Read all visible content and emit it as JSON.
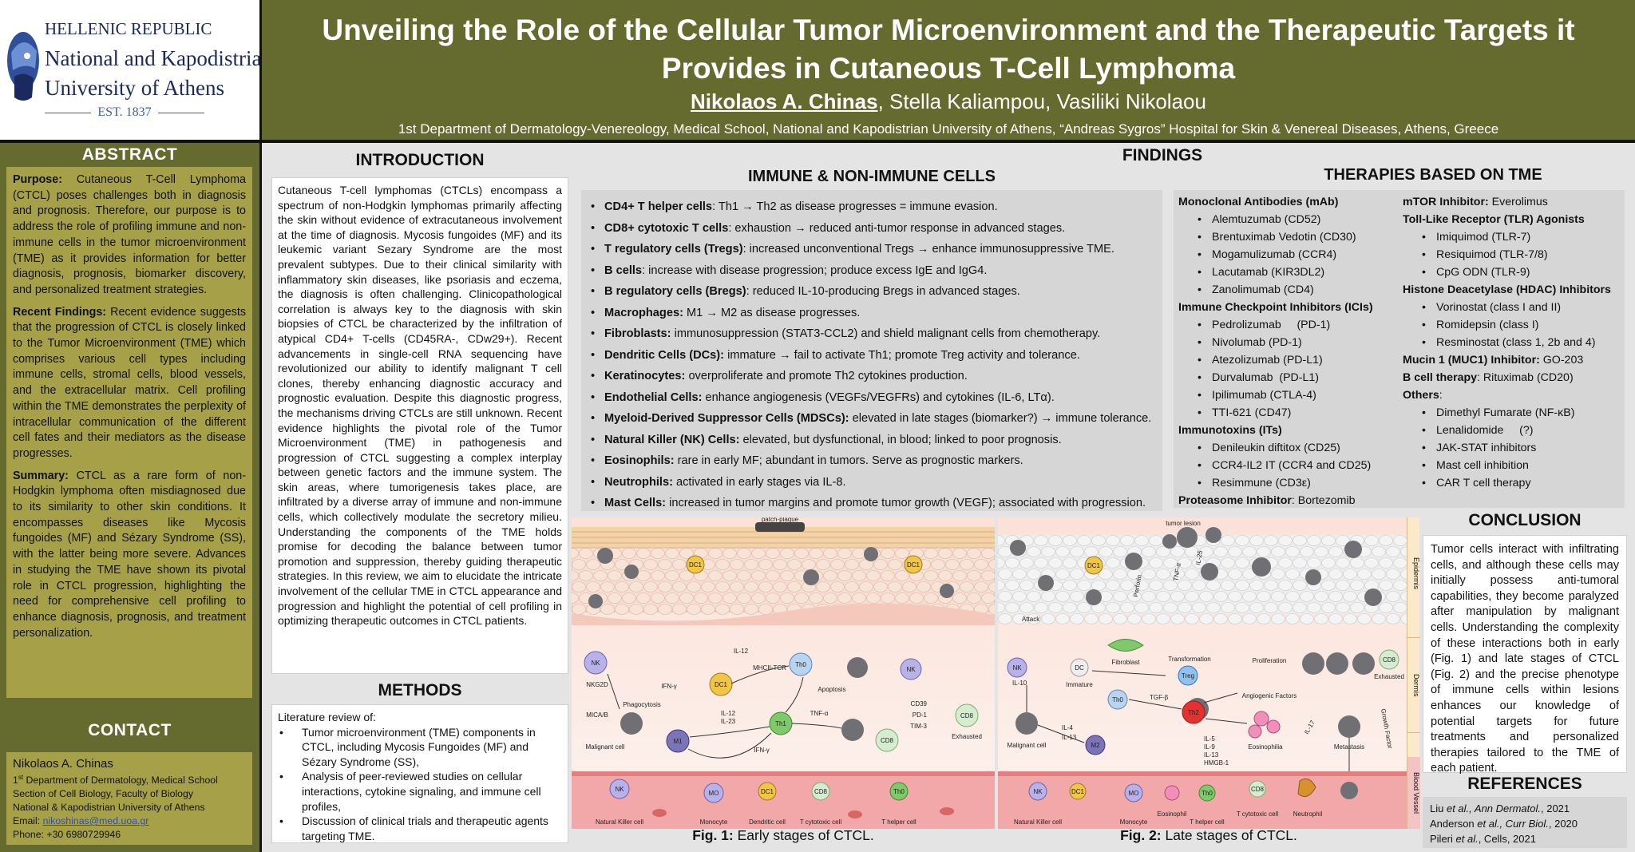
{
  "logo": {
    "line1": "HELLENIC REPUBLIC",
    "line2": "National and Kapodistrian",
    "line3": "University of Athens",
    "est": "EST. 1837"
  },
  "header": {
    "title_line1": "Unveiling the Role of the Cellular Tumor Microenvironment and the Therapeutic Targets it",
    "title_line2": "Provides in Cutaneous T-Cell Lymphoma",
    "author_main": "Nikolaos A. Chinas",
    "authors_rest": ", Stella Kaliampou, Vasiliki Nikolaou",
    "affiliation": "1st Department of Dermatology-Venereology, Medical School, National and Kapodistrian University of Athens, “Andreas Sygros” Hospital for Skin & Venereal Diseases, Athens, Greece"
  },
  "abstract": {
    "heading": "ABSTRACT",
    "purpose_label": "Purpose:",
    "purpose_text": " Cutaneous T-Cell Lymphoma (CTCL) poses challenges both in diagnosis and prognosis. Therefore, our purpose is to address the role of profiling immune and non-immune cells in the tumor microenvironment (TME) as it provides information for better diagnosis, prognosis, biomarker discovery, and personalized treatment strategies.",
    "findings_label": "Recent Findings:",
    "findings_text": " Recent evidence suggests that the progression of CTCL is closely linked to the Tumor Microenvironment (TME) which comprises various cell types including immune cells, stromal cells, blood vessels, and the extracellular matrix. Cell profiling within the TME demonstrates the perplexity of intracellular communication of the different cell fates and their mediators as the disease progresses.",
    "summary_label": "Summary:",
    "summary_text": " CTCL as a rare form of non-Hodgkin lymphoma often misdiagnosed due to its similarity to other skin conditions. It encompasses diseases like Mycosis fungoides (MF) and Sézary Syndrome (SS), with the latter being more severe. Advances in studying the TME have shown its pivotal role in CTCL progression, highlighting the need for comprehensive cell profiling to enhance diagnosis, prognosis, and treatment personalization."
  },
  "contact": {
    "heading": "CONTACT",
    "name": "Nikolaos A. Chinas",
    "dept_sup": "st",
    "dept": " Department of Dermatology, Medical School",
    "dept_num": "1",
    "section": "Section of Cell Biology, Faculty of Biology",
    "university": "National & Kapodistrian University of Athens",
    "email_label": "Email: ",
    "email": "nikoshinas@med.uoa.gr",
    "phone": "Phone: +30 6980729946"
  },
  "introduction": {
    "heading": "INTRODUCTION",
    "text": "Cutaneous T-cell lymphomas (CTCLs) encompass a spectrum of non-Hodgkin lymphomas primarily affecting the skin without evidence of extracutaneous involvement at the time of diagnosis. Mycosis fungoides (MF) and its leukemic variant Sezary Syndrome are the most prevalent subtypes. Due to their clinical similarity with inflammatory skin diseases, like psoriasis and eczema, the diagnosis is often challenging. Clinicopathological correlation is always key to the diagnosis with skin biopsies of CTCL be characterized by the infiltration of atypical CD4+ T-cells (CD45RA-, CDw29+). Recent advancements in single-cell RNA sequencing have revolutionized our ability to identify malignant T cell clones, thereby enhancing diagnostic accuracy and prognostic evaluation. Despite this diagnostic progress, the mechanisms driving CTCLs are still unknown. Recent evidence highlights the pivotal role of the Tumor Microenvironment (TME) in pathogenesis and progression of CTCL suggesting a complex interplay between genetic factors and the immune system. The skin areas, where tumorigenesis takes place, are infiltrated by a diverse array of immune and non-immune cells, which collectively modulate the secretory milieu. Understanding the components of the TME holds promise for decoding the balance between tumor promotion and suppression, thereby guiding therapeutic strategies. In this review, we aim to elucidate the intricate involvement of the cellular TME in CTCL appearance and progression and highlight the potential of cell profiling in optimizing therapeutic outcomes in CTCL patients."
  },
  "methods": {
    "heading": "METHODS",
    "intro": "Literature review of:",
    "items": [
      "Tumor microenvironment (TME) components in CTCL, including Mycosis Fungoides (MF) and Sézary Syndrome (SS),",
      "Analysis of peer-reviewed studies on cellular interactions, cytokine signaling, and immune cell profiles,",
      "Discussion of clinical trials and therapeutic agents targeting TME."
    ]
  },
  "findings": {
    "heading": "FINDINGS",
    "immune_heading": "IMMUNE & NON-IMMUNE CELLS",
    "immune_items": [
      {
        "label": "CD4+ T helper cells",
        "text": ": Th1 → Th2 as disease progresses = immune evasion."
      },
      {
        "label": "CD8+ cytotoxic T cells",
        "text": ": exhaustion → reduced anti-tumor response in advanced stages."
      },
      {
        "label": "T regulatory cells (Tregs)",
        "text": ": increased unconventional Tregs → enhance immunosuppressive TME."
      },
      {
        "label": "B cells",
        "text": ": increase with disease progression; produce excess IgE and IgG4."
      },
      {
        "label": "B regulatory cells (Bregs)",
        "text": ": reduced IL-10-producing Bregs in advanced stages."
      },
      {
        "label": "Macrophages:",
        "text": " M1 → M2 as disease progresses."
      },
      {
        "label": "Fibroblasts:",
        "text": " immunosuppression (STAT3-CCL2) and shield malignant cells from chemotherapy."
      },
      {
        "label": "Dendritic Cells (DCs):",
        "text": " immature → fail to activate Th1; promote Treg activity and tolerance."
      },
      {
        "label": "Keratinocytes:",
        "text": " overproliferate and promote Th2 cytokines production."
      },
      {
        "label": "Endothelial Cells:",
        "text": " enhance angiogenesis (VEGFs/VEGFRs) and cytokines (IL-6, LTα)."
      },
      {
        "label": "Myeloid-Derived Suppressor Cells (MDSCs):",
        "text": " elevated in late stages (biomarker?) → immune tolerance."
      },
      {
        "label": "Natural Killer (NK) Cells:",
        "text": " elevated, but dysfunctional, in blood; linked to poor prognosis."
      },
      {
        "label": "Eosinophils:",
        "text": " rare in early MF; abundant in tumors. Serve as prognostic markers."
      },
      {
        "label": "Neutrophils:",
        "text": " activated in early stages via IL-8."
      },
      {
        "label": "Mast Cells:",
        "text": " increased in tumor margins and promote tumor growth (VEGF); associated with progression."
      }
    ]
  },
  "therapies": {
    "heading": "THERAPIES BASED ON TME",
    "mab_head": "Monoclonal Antibodies (mAb)",
    "mab": [
      "Alemtuzumab (CD52)",
      "Brentuximab Vedotin (CD30)",
      "Mogamulizumab (CCR4)",
      "Lacutamab (KIR3DL2)",
      "Zanolimumab (CD4)"
    ],
    "ici_head": "Immune Checkpoint Inhibitors (ICIs)",
    "ici": [
      "Pedrolizumab     (PD-1)",
      "Nivolumab (PD-1)",
      "Atezolizumab (PD-L1)",
      "Durvalumab  (PD-L1)",
      "Ipilimumab (CTLA-4)",
      "TTI-621 (CD47)"
    ],
    "itx_head": "Immunotoxins (ITs)",
    "itx": [
      "Denileukin diftitox (CD25)",
      "CCR4-IL2 IT (CCR4 and CD25)",
      "Resimmune (CD3ε)"
    ],
    "proteasome_label": "Proteasome Inhibitor",
    "proteasome_value": ": Bortezomib",
    "mtor_label": "mTOR Inhibitor:",
    "mtor_value": " Everolimus",
    "tlr_head": "Toll-Like Receptor (TLR) Agonists",
    "tlr": [
      "Imiquimod (TLR-7)",
      "Resiquimod (TLR-7/8)",
      "CpG ODN (TLR-9)"
    ],
    "hdac_head": "Histone Deacetylase (HDAC) Inhibitors",
    "hdac": [
      "Vorinostat (class I and II)",
      "Romidepsin (class I)",
      "Resminostat (class 1, 2b and 4)"
    ],
    "muc_label": "Mucin 1 (MUC1) Inhibitor:",
    "muc_value": " GO-203",
    "bcell_label": "B cell therapy",
    "bcell_value": ": Rituximab (CD20)",
    "others_label": "Others",
    "others_colon": ":",
    "others": [
      "Dimethyl Fumarate (NF-κB)",
      "Lenalidomide     (?)",
      "JAK-STAT inhibitors",
      "Mast cell inhibition",
      "CAR T cell therapy"
    ]
  },
  "conclusion": {
    "heading": "CONCLUSION",
    "text": "Tumor cells interact with infiltrating cells, and although these cells may initially possess anti-tumoral capabilities, they become paralyzed after manipulation by malignant cells. Understanding the complexity of these interactions both in early (Fig. 1) and late stages of CTCL (Fig. 2) and the precise phenotype of immune cells within lesions enhances our knowledge of potential targets for future treatments and personalized therapies tailored to the TME of each patient."
  },
  "references": {
    "heading": "REFERENCES",
    "items": [
      {
        "author": "Liu ",
        "etal": "et al.",
        "journal": ", Ann Dermatol.",
        "year": ", 2021"
      },
      {
        "author": "Anderson ",
        "etal": "et al.",
        "journal": ", Curr Biol.",
        "year": ", 2020"
      },
      {
        "author": "Pileri ",
        "etal": "et al.",
        "journal": ", Cells",
        "year": ", 2021"
      }
    ]
  },
  "figures": {
    "fig1_label": "Fig. 1:",
    "fig1_caption": " Early stages of CTCL.",
    "fig2_label": "Fig. 2:",
    "fig2_caption": " Late stages of CTCL.",
    "fig1_labels": {
      "patch": "patch-plaque",
      "dc1a": "DC1",
      "dc1b": "DC1",
      "nk": "NK",
      "nkg2d": "NKG2D",
      "mica": "MICA/B",
      "ifn": "IFN-γ",
      "il12": "IL-12",
      "mhc": "MHCII-TCR",
      "th0": "Th0",
      "dc1c": "DC1",
      "apoptosis": "Apoptosis",
      "phago": "Phagocytosis",
      "m1": "M1",
      "il12b": "IL-12",
      "il23": "IL-23",
      "th1": "Th1",
      "tnf": "TNF-α",
      "cd8": "CD8",
      "ifn2": "IFN-γ",
      "malignant": "Malignant cell",
      "nk2": "NK",
      "cd39": "CD39",
      "pd1": "PD-1",
      "tim3": "TIM-3",
      "cd8b": "CD8",
      "exhausted": "Exhausted",
      "bv_nk": "Natural Killer cell",
      "bv_mo": "Monocyte",
      "bv_dc": "Dendritic cell",
      "bv_tc": "T cytotoxic cell",
      "bv_th": "T helper cell",
      "bv_nk_s": "NK",
      "bv_mo_s": "MO",
      "bv_dc_s": "DC1",
      "bv_cd8_s": "CD8",
      "bv_th0_s": "Th0"
    },
    "fig2_labels": {
      "tumor": "tumor lesion",
      "dc1": "DC1",
      "perforin": "Perforin",
      "tnf": "TNF-α",
      "il25": "IL-25",
      "attack": "Attack",
      "fibro": "Fibroblast",
      "nk": "NK",
      "il10": "IL-10",
      "dc": "DC",
      "immature": "Immature",
      "transf": "Transformation",
      "treg": "Treg",
      "prolif": "Proliferation",
      "cd8": "CD8",
      "exhausted": "Exhausted",
      "th0": "Th0",
      "tgfb": "TGF-β",
      "th2": "Th2",
      "angio": "Angiogenic Factors",
      "il5": "IL-5",
      "il9": "IL-9",
      "il13": "IL-13",
      "hmgb1": "HMGB-1",
      "eosino": "Eosinophilia",
      "malignant": "Malignant cell",
      "il4": "IL-4",
      "il13b": "IL-13",
      "m2": "M2",
      "metastasis": "Metastasis",
      "growth": "Growth Factor",
      "il17": "IL-17",
      "bv_nk": "Natural Killer cell",
      "bv_mo": "Monocyte",
      "bv_eos": "Eosinophil",
      "bv_th": "T helper cell",
      "bv_tc": "T cytotoxic cell",
      "bv_neu": "Neutrophil",
      "bv_nk_s": "NK",
      "bv_dc_s": "DC1",
      "bv_mo_s": "MO",
      "bv_th_s": "Th0",
      "bv_cd8_s": "CD8"
    },
    "side_epidermis": "Epidermis",
    "side_dermis": "Dermis",
    "side_blood": "Blood Vessel"
  },
  "colors": {
    "olive": "#656a2e",
    "khaki": "#a6a148",
    "panel_grey": "#d6d6d6",
    "bg_grey": "#e4e4e4"
  }
}
